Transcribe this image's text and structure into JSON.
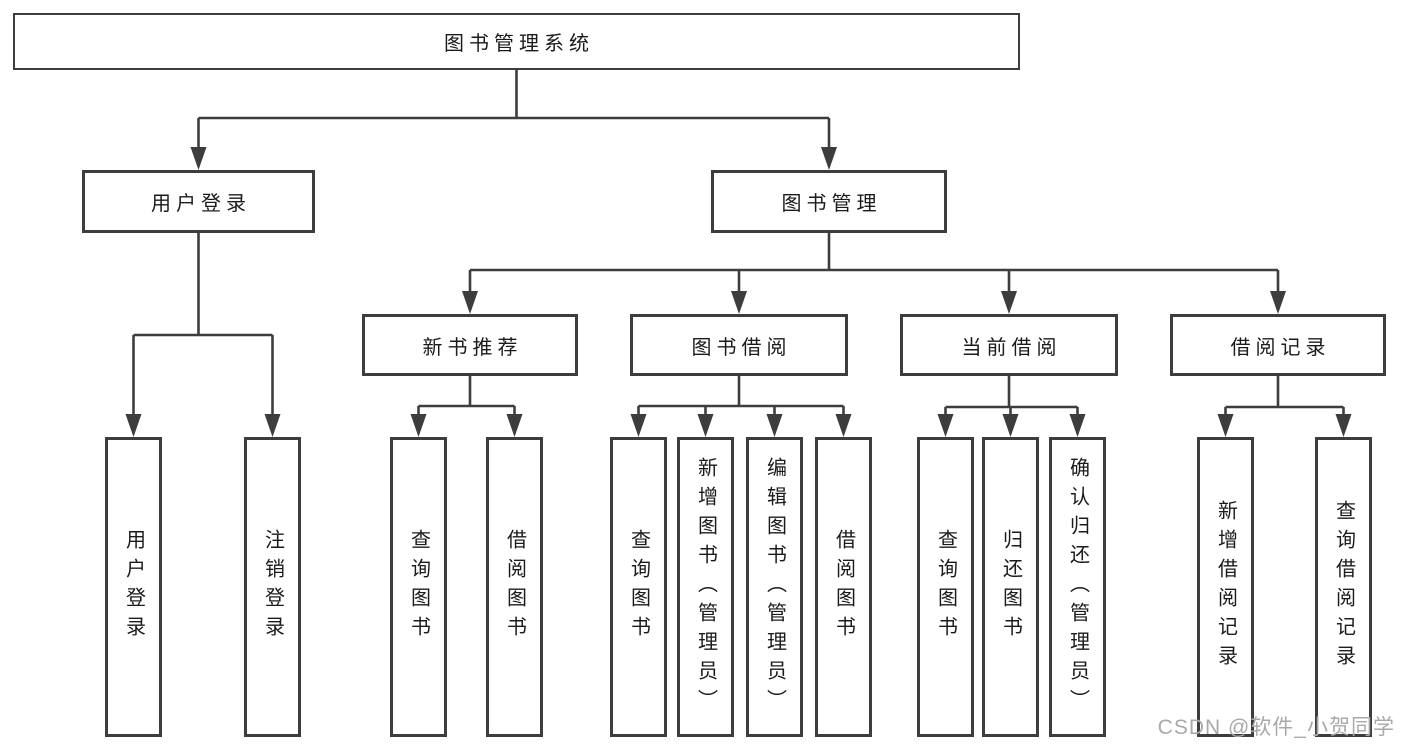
{
  "diagram": {
    "root": "图书管理系统",
    "level2": [
      "用户登录",
      "图书管理"
    ],
    "level3": [
      "新书推荐",
      "图书借阅",
      "当前借阅",
      "借阅记录"
    ],
    "leaves": [
      "用户登录",
      "注销登录",
      "查询图书",
      "借阅图书",
      "查询图书",
      "新增图书（管理员）",
      "编辑图书（管理员）",
      "借阅图书",
      "查询图书",
      "归还图书",
      "确认归还（管理员）",
      "新增借阅记录",
      "查询借阅记录"
    ]
  },
  "watermark": "CSDN @软件_小贺同学",
  "colors": {
    "line": "#3d3d3d",
    "text": "#1b1b1b",
    "background": "#ffffff",
    "watermark": "#a9a9a9"
  }
}
